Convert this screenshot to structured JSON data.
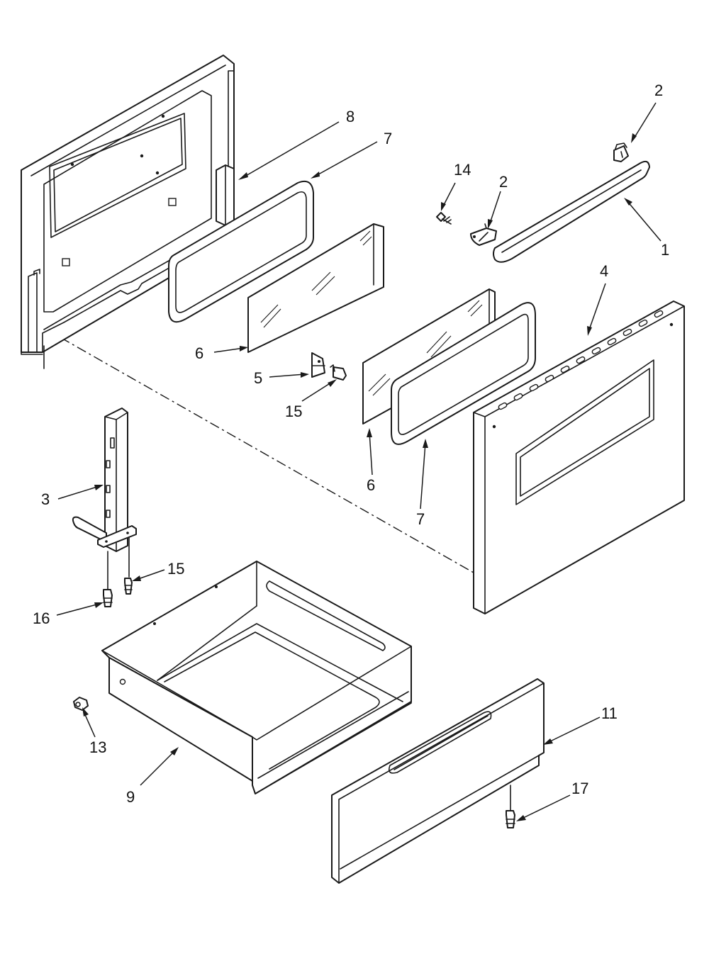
{
  "colors": {
    "line": "#1a1a1a",
    "background": "#ffffff",
    "text": "#111111"
  },
  "callouts": {
    "c1": "1",
    "c2a": "2",
    "c2b": "2",
    "c3": "3",
    "c4": "4",
    "c5": "5",
    "c6a": "6",
    "c6b": "6",
    "c7a": "7",
    "c7b": "7",
    "c8": "8",
    "c9": "9",
    "c11": "11",
    "c13": "13",
    "c14": "14",
    "c15a": "15",
    "c15b": "15",
    "c16": "16",
    "c17": "17"
  },
  "parts": [
    {
      "ref": "1",
      "name": "door-handle"
    },
    {
      "ref": "2",
      "name": "handle-end-cap"
    },
    {
      "ref": "3",
      "name": "drawer-slide"
    },
    {
      "ref": "4",
      "name": "outer-door-panel"
    },
    {
      "ref": "5",
      "name": "glass-retainer-clip"
    },
    {
      "ref": "6",
      "name": "door-glass"
    },
    {
      "ref": "7",
      "name": "glass-gasket"
    },
    {
      "ref": "8",
      "name": "inner-door-liner"
    },
    {
      "ref": "9",
      "name": "storage-drawer"
    },
    {
      "ref": "11",
      "name": "drawer-front-panel"
    },
    {
      "ref": "13",
      "name": "drawer-bolt"
    },
    {
      "ref": "14",
      "name": "handle-screw"
    },
    {
      "ref": "15",
      "name": "screw"
    },
    {
      "ref": "16",
      "name": "slide-screw"
    },
    {
      "ref": "17",
      "name": "panel-screw"
    }
  ]
}
